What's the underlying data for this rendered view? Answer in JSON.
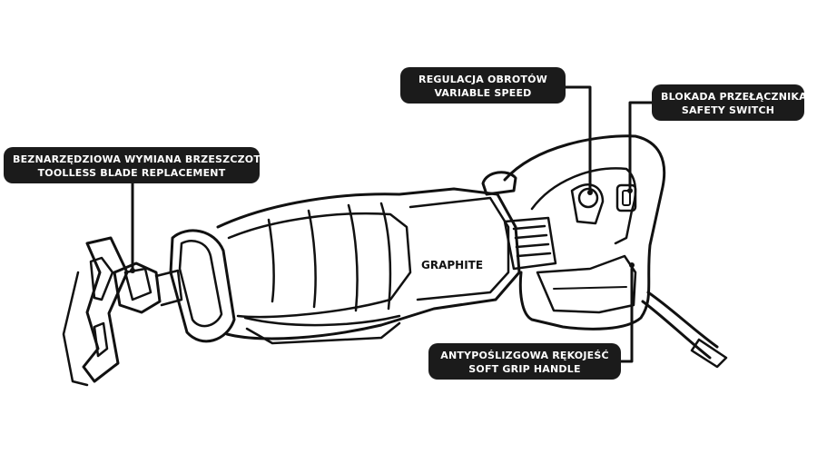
{
  "brand": {
    "logo_text": "GRAPHITE"
  },
  "callouts": {
    "blade": {
      "line1": "BEZNARZĘDZIOWA WYMIANA BRZESZCZOTU",
      "line2": "TOOLLESS BLADE REPLACEMENT"
    },
    "speed": {
      "line1": "REGULACJA OBROTÓW",
      "line2": "VARIABLE SPEED"
    },
    "safety": {
      "line1": "BLOKADA PRZEŁĄCZNIKA",
      "line2": "SAFETY SWITCH"
    },
    "grip": {
      "line1": "ANTYPOŚLIZGOWA RĘKOJEŚĆ",
      "line2": "SOFT GRIP HANDLE"
    }
  },
  "colors": {
    "label_bg": "#1b1b1b",
    "label_text": "#ffffff",
    "line": "#111111",
    "background": "#ffffff"
  }
}
